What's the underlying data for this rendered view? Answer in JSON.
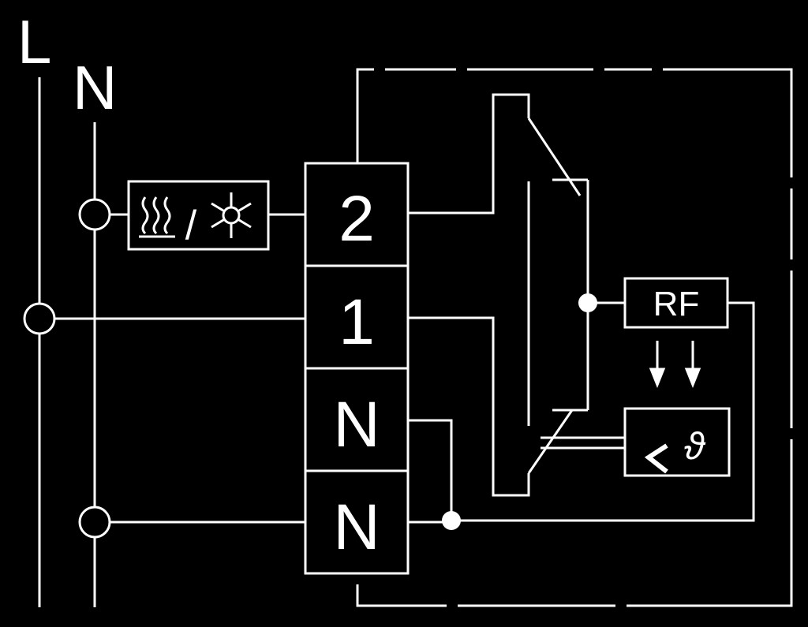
{
  "supply": {
    "line_label": "L",
    "neutral_label": "N"
  },
  "terminals": [
    {
      "label": "2"
    },
    {
      "label": "1"
    },
    {
      "label": "N"
    },
    {
      "label": "N"
    }
  ],
  "load": {
    "heat_icon": "heating-waves-icon",
    "separator": "/",
    "cool_icon": "snowflake-icon"
  },
  "rf_module": {
    "label": "RF"
  },
  "sensor": {
    "icon": "temperature-sensor-icon",
    "symbol": "ϑ",
    "comparator": "<"
  },
  "colors": {
    "background": "#000000",
    "lines": "#ffffff"
  }
}
